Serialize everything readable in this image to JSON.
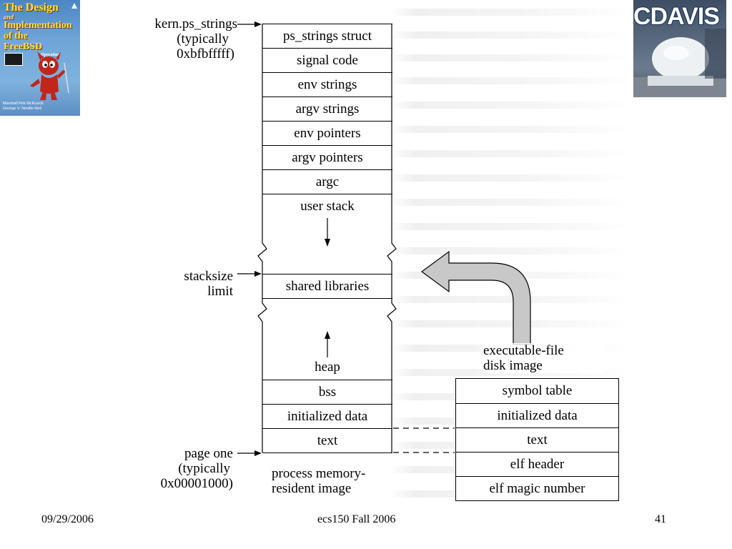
{
  "cover": {
    "title_lines": [
      "The Design",
      "and",
      "Implementation",
      "of the FreeBSD",
      "Operating System"
    ],
    "authors": [
      "Marshall Kirk McKusick",
      "George V. Neville-Neil"
    ]
  },
  "logo": {
    "text": "CDAVIS"
  },
  "process_image": {
    "cells": [
      "ps_strings struct",
      "signal code",
      "env strings",
      "argv strings",
      "env pointers",
      "argv pointers",
      "argc",
      "user stack",
      "shared libraries",
      "heap",
      "bss",
      "initialized data",
      "text"
    ],
    "caption_line1": "process memory-",
    "caption_line2": "resident image"
  },
  "labels": {
    "top": [
      "kern.ps_strings",
      "(typically",
      "0xbfbfffff)"
    ],
    "middle": [
      "stacksize",
      "limit"
    ],
    "bottom": [
      "page one",
      "(typically",
      "0x00001000)"
    ]
  },
  "disk_image": {
    "title_line1": "executable-file",
    "title_line2": "disk image",
    "cells": [
      "symbol table",
      "initialized data",
      "text",
      "elf header",
      "elf magic number"
    ]
  },
  "colors": {
    "arrow_fill": "#c8c8c8",
    "logo_navy": "#0b2a55",
    "cover_yellow": "#ffe23a"
  },
  "footer": {
    "date": "09/29/2006",
    "course": "ecs150 Fall 2006",
    "page": "41"
  }
}
